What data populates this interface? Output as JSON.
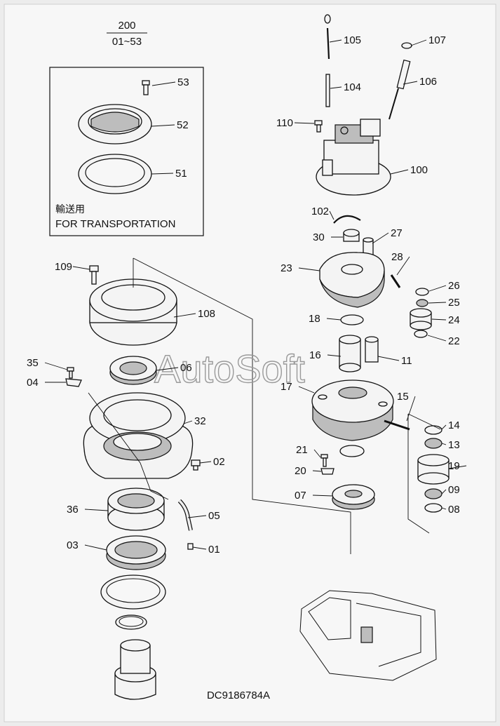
{
  "header": {
    "assembly": "200",
    "range": "01~53"
  },
  "inset": {
    "caption_jp": "輸送用",
    "caption_en": "FOR  TRANSPORTATION"
  },
  "watermark": "AutoSoft",
  "drawing_number": "DC9186784A",
  "callouts": [
    "53",
    "52",
    "51",
    "105",
    "104",
    "107",
    "106",
    "110",
    "100",
    "102",
    "30",
    "27",
    "23",
    "28",
    "26",
    "25",
    "24",
    "22",
    "18",
    "16",
    "11",
    "17",
    "15",
    "14",
    "13",
    "19",
    "09",
    "08",
    "21",
    "20",
    "07",
    "109",
    "108",
    "06",
    "35",
    "04",
    "32",
    "02",
    "36",
    "05",
    "03",
    "01"
  ]
}
